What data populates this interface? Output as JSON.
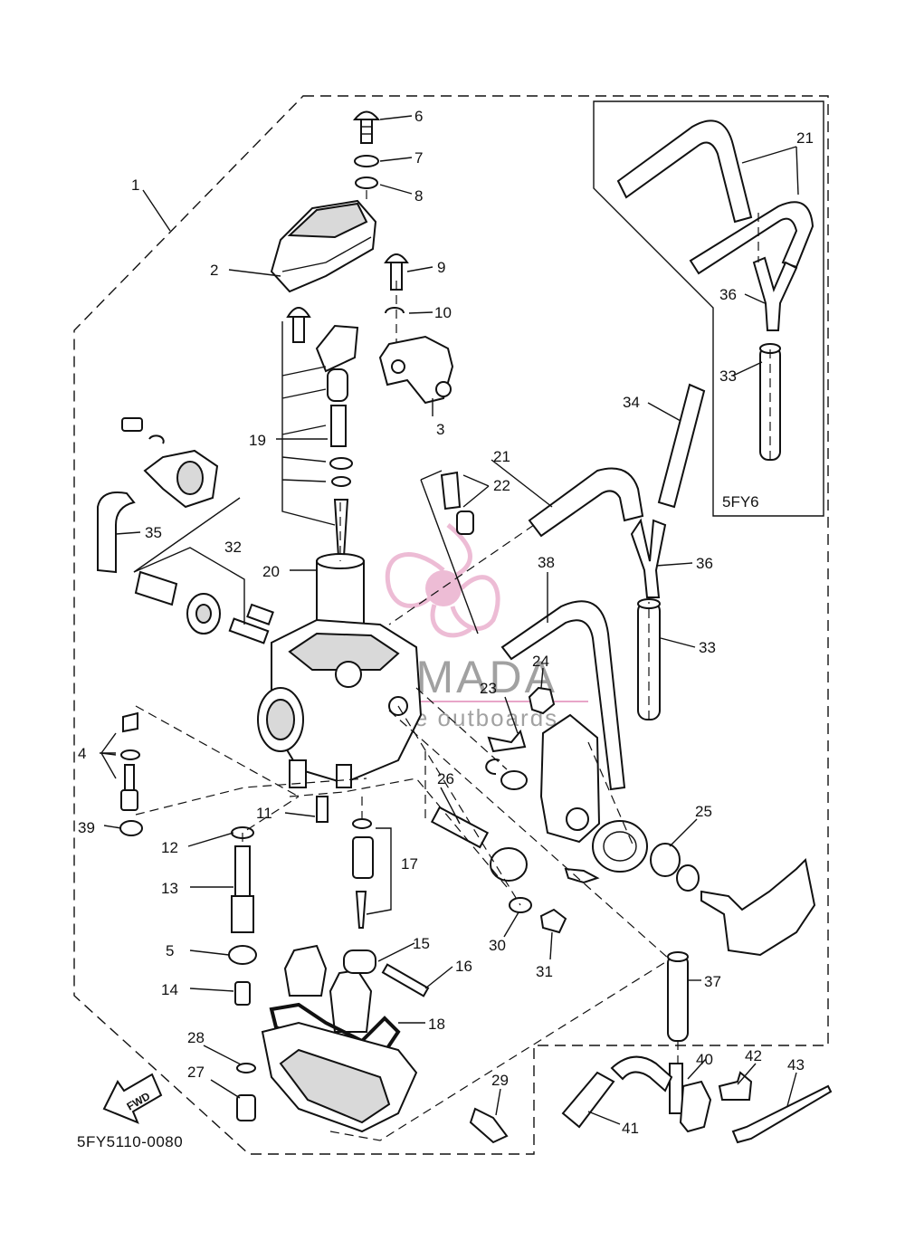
{
  "diagram_code": "5FY5110-0080",
  "inset_label": "5FY6",
  "fwd_label": "FWD",
  "watermark": {
    "brand": "ARMADA",
    "tagline": "marine outboards"
  },
  "callouts": [
    "1",
    "2",
    "3",
    "4",
    "5",
    "6",
    "7",
    "8",
    "9",
    "10",
    "11",
    "12",
    "13",
    "14",
    "15",
    "16",
    "17",
    "18",
    "19",
    "20",
    "21",
    "21",
    "22",
    "23",
    "24",
    "25",
    "26",
    "27",
    "28",
    "29",
    "30",
    "31",
    "32",
    "33",
    "33",
    "34",
    "35",
    "36",
    "36",
    "37",
    "38",
    "39",
    "40",
    "41",
    "42",
    "43"
  ],
  "colors": {
    "ink": "#111111",
    "watermark_pink": "#e8a6c8",
    "watermark_grey": "#7a7a7a"
  }
}
